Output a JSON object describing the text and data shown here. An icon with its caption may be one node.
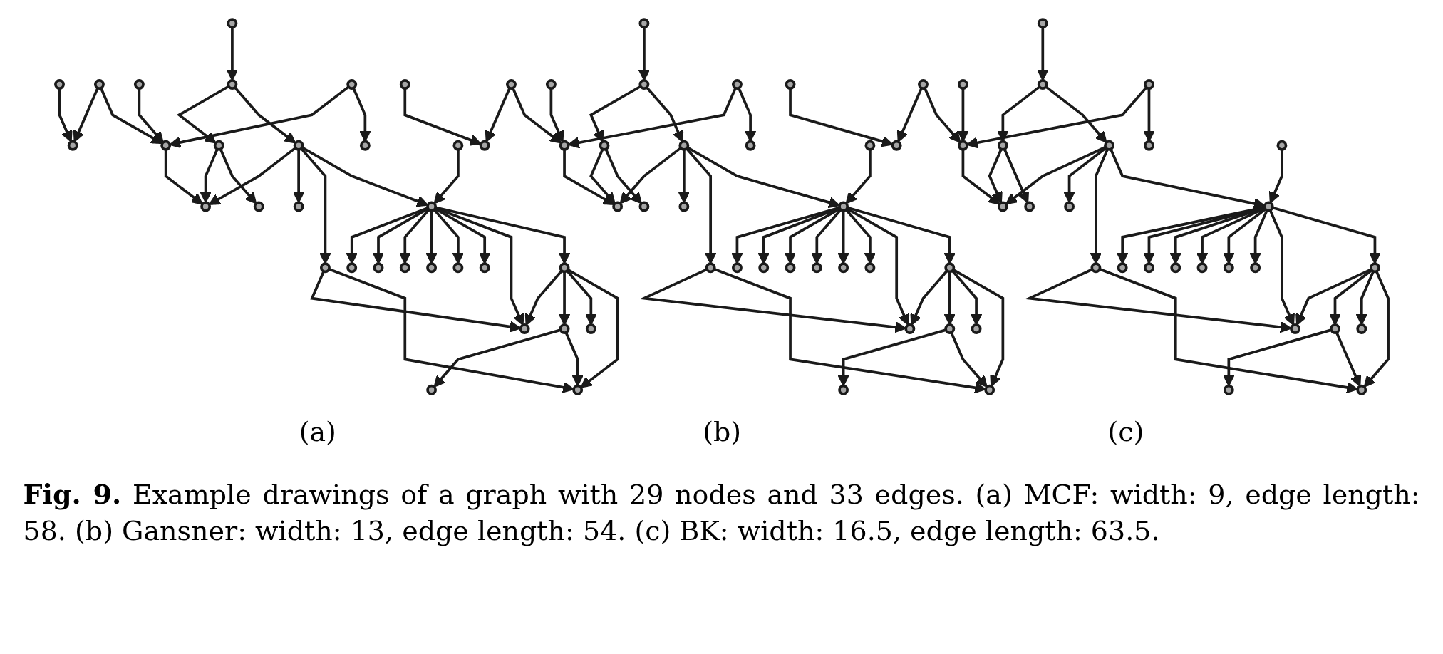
{
  "diagram": {
    "caption": "**Fig. 9.** Example drawings of a graph with 29 nodes and 33 edges. (a) MCF: width: 9, edge length: 58. (b) Gansner: width: 13, edge length: 54. (c) BK: width: 16.5, edge length: 63.5.",
    "nodes": [
      {
        "text": [],
        "shape": "circle"
      },
      {
        "text": [],
        "shape": "circle"
      },
      {
        "text": [],
        "shape": "circle"
      },
      {
        "text": [],
        "shape": "circle"
      },
      {
        "text": [],
        "shape": "circle"
      },
      {
        "text": [],
        "shape": "circle"
      },
      {
        "text": [],
        "shape": "circle"
      },
      {
        "text": [],
        "shape": "circle"
      },
      {
        "text": [],
        "shape": "circle"
      },
      {
        "text": [],
        "shape": "circle"
      },
      {
        "text": [],
        "shape": "circle"
      },
      {
        "text": [],
        "shape": "circle"
      },
      {
        "text": [],
        "shape": "circle"
      },
      {
        "text": [],
        "shape": "circle"
      },
      {
        "text": [],
        "shape": "circle"
      },
      {
        "text": [],
        "shape": "circle"
      },
      {
        "text": [],
        "shape": "circle"
      },
      {
        "text": [],
        "shape": "circle"
      },
      {
        "text": [],
        "shape": "circle"
      },
      {
        "text": [],
        "shape": "circle"
      },
      {
        "text": [],
        "shape": "circle"
      },
      {
        "text": [],
        "shape": "circle"
      },
      {
        "text": [],
        "shape": "circle"
      },
      {
        "text": [],
        "shape": "circle"
      },
      {
        "text": [],
        "shape": "circle"
      },
      {
        "text": [],
        "shape": "circle"
      },
      {
        "text": [],
        "shape": "circle"
      },
      {
        "text": [],
        "shape": "circle"
      },
      {
        "text": [],
        "shape": "circle"
      },
      {
        "text": [],
        "shape": "circle"
      },
      {
        "text": [],
        "shape": "circle"
      },
      {
        "text": [],
        "shape": "circle"
      },
      {
        "text": [],
        "shape": "circle"
      },
      {
        "text": [],
        "shape": "circle"
      },
      {
        "text": [],
        "shape": "circle"
      },
      {
        "text": [],
        "shape": "circle"
      },
      {
        "text": [],
        "shape": "circle"
      },
      {
        "text": [],
        "shape": "circle"
      },
      {
        "text": [],
        "shape": "circle"
      },
      {
        "text": [],
        "shape": "circle"
      },
      {
        "text": [],
        "shape": "circle"
      },
      {
        "text": [],
        "shape": "circle"
      },
      {
        "text": [],
        "shape": "circle"
      },
      {
        "text": [],
        "shape": "circle"
      },
      {
        "text": [],
        "shape": "circle"
      },
      {
        "text": [],
        "shape": "circle"
      },
      {
        "text": [],
        "shape": "circle"
      },
      {
        "text": [],
        "shape": "circle"
      },
      {
        "text": [],
        "shape": "circle"
      },
      {
        "text": [],
        "shape": "circle"
      },
      {
        "text": [],
        "shape": "circle"
      },
      {
        "text": [],
        "shape": "circle"
      },
      {
        "text": [],
        "shape": "circle"
      },
      {
        "text": [],
        "shape": "circle"
      },
      {
        "text": [],
        "shape": "circle"
      },
      {
        "text": [],
        "shape": "circle"
      },
      {
        "text": [],
        "shape": "circle"
      },
      {
        "text": [],
        "shape": "circle"
      },
      {
        "text": [],
        "shape": "circle"
      },
      {
        "text": [],
        "shape": "circle"
      },
      {
        "text": [],
        "shape": "circle"
      },
      {
        "text": [],
        "shape": "circle"
      },
      {
        "text": [],
        "shape": "circle"
      },
      {
        "text": [],
        "shape": "circle"
      },
      {
        "text": [],
        "shape": "circle"
      },
      {
        "text": [],
        "shape": "circle"
      },
      {
        "text": [],
        "shape": "circle"
      },
      {
        "text": [],
        "shape": "circle"
      },
      {
        "text": [],
        "shape": "circle"
      },
      {
        "text": [],
        "shape": "circle"
      },
      {
        "text": [],
        "shape": "circle"
      },
      {
        "text": [],
        "shape": "circle"
      },
      {
        "text": [],
        "shape": "circle"
      },
      {
        "text": [],
        "shape": "circle"
      },
      {
        "text": [],
        "shape": "circle"
      },
      {
        "text": [],
        "shape": "circle"
      },
      {
        "text": [],
        "shape": "circle"
      },
      {
        "text": [],
        "shape": "circle"
      },
      {
        "text": [],
        "shape": "circle"
      },
      {
        "text": [],
        "shape": "circle"
      },
      {
        "text": [],
        "shape": "circle"
      },
      {
        "text": [],
        "shape": "circle"
      },
      {
        "text": [],
        "shape": "circle"
      },
      {
        "text": [],
        "shape": "circle"
      },
      {
        "text": [],
        "shape": "circle"
      },
      {
        "text": [],
        "shape": "circle"
      },
      {
        "text": [],
        "shape": "circle"
      }
    ],
    "edges": [
      {
        "from": 0,
        "to": 4,
        "arrow": "to"
      },
      {
        "from": 1,
        "to": 6,
        "arrow": "to"
      },
      {
        "from": 2,
        "to": 6,
        "arrow": "to"
      },
      {
        "from": 2,
        "to": 7,
        "arrow": "to"
      },
      {
        "from": 3,
        "to": 7,
        "arrow": "to"
      },
      {
        "from": 5,
        "to": 7,
        "arrow": "to"
      },
      {
        "from": 4,
        "to": 8,
        "arrow": "to"
      },
      {
        "from": 4,
        "to": 9,
        "arrow": "to"
      },
      {
        "from": 5,
        "to": 10,
        "arrow": "to"
      },
      {
        "from": 7,
        "to": 12,
        "arrow": "to"
      },
      {
        "from": 8,
        "to": 12,
        "arrow": "to"
      },
      {
        "from": 8,
        "to": 13,
        "arrow": "to"
      },
      {
        "from": 9,
        "to": 12,
        "arrow": "to"
      },
      {
        "from": 9,
        "to": 14,
        "arrow": "to"
      },
      {
        "from": 9,
        "to": 15,
        "arrow": "to"
      },
      {
        "from": 9,
        "to": 16,
        "arrow": "to"
      },
      {
        "from": 11,
        "to": 16,
        "arrow": "to"
      },
      {
        "from": 16,
        "to": 17,
        "arrow": "to"
      },
      {
        "from": 16,
        "to": 18,
        "arrow": "to"
      },
      {
        "from": 16,
        "to": 19,
        "arrow": "to"
      },
      {
        "from": 16,
        "to": 20,
        "arrow": "to"
      },
      {
        "from": 16,
        "to": 21,
        "arrow": "to"
      },
      {
        "from": 16,
        "to": 22,
        "arrow": "to"
      },
      {
        "from": 16,
        "to": 24,
        "arrow": "to"
      },
      {
        "from": 16,
        "to": 23,
        "arrow": "to"
      },
      {
        "from": 23,
        "to": 24,
        "arrow": "to"
      },
      {
        "from": 23,
        "to": 25,
        "arrow": "to"
      },
      {
        "from": 23,
        "to": 26,
        "arrow": "to"
      },
      {
        "from": 23,
        "to": 28,
        "arrow": "to"
      },
      {
        "from": 25,
        "to": 27,
        "arrow": "to"
      },
      {
        "from": 25,
        "to": 28,
        "arrow": "to"
      },
      {
        "from": 15,
        "to": 24,
        "arrow": "to"
      },
      {
        "from": 15,
        "to": 28,
        "arrow": "to"
      },
      {
        "from": 29,
        "to": 33,
        "arrow": "to"
      },
      {
        "from": 30,
        "to": 35,
        "arrow": "to"
      },
      {
        "from": 31,
        "to": 35,
        "arrow": "to"
      },
      {
        "from": 31,
        "to": 36,
        "arrow": "to"
      },
      {
        "from": 32,
        "to": 36,
        "arrow": "to"
      },
      {
        "from": 34,
        "to": 36,
        "arrow": "to"
      },
      {
        "from": 33,
        "to": 37,
        "arrow": "to"
      },
      {
        "from": 33,
        "to": 38,
        "arrow": "to"
      },
      {
        "from": 34,
        "to": 39,
        "arrow": "to"
      },
      {
        "from": 36,
        "to": 41,
        "arrow": "to"
      },
      {
        "from": 37,
        "to": 41,
        "arrow": "to"
      },
      {
        "from": 37,
        "to": 42,
        "arrow": "to"
      },
      {
        "from": 38,
        "to": 41,
        "arrow": "to"
      },
      {
        "from": 38,
        "to": 43,
        "arrow": "to"
      },
      {
        "from": 38,
        "to": 44,
        "arrow": "to"
      },
      {
        "from": 38,
        "to": 45,
        "arrow": "to"
      },
      {
        "from": 40,
        "to": 45,
        "arrow": "to"
      },
      {
        "from": 45,
        "to": 46,
        "arrow": "to"
      },
      {
        "from": 45,
        "to": 47,
        "arrow": "to"
      },
      {
        "from": 45,
        "to": 48,
        "arrow": "to"
      },
      {
        "from": 45,
        "to": 49,
        "arrow": "to"
      },
      {
        "from": 45,
        "to": 50,
        "arrow": "to"
      },
      {
        "from": 45,
        "to": 51,
        "arrow": "to"
      },
      {
        "from": 45,
        "to": 53,
        "arrow": "to"
      },
      {
        "from": 45,
        "to": 52,
        "arrow": "to"
      },
      {
        "from": 52,
        "to": 53,
        "arrow": "to"
      },
      {
        "from": 52,
        "to": 54,
        "arrow": "to"
      },
      {
        "from": 52,
        "to": 55,
        "arrow": "to"
      },
      {
        "from": 52,
        "to": 57,
        "arrow": "to"
      },
      {
        "from": 54,
        "to": 56,
        "arrow": "to"
      },
      {
        "from": 54,
        "to": 57,
        "arrow": "to"
      },
      {
        "from": 44,
        "to": 53,
        "arrow": "to"
      },
      {
        "from": 44,
        "to": 57,
        "arrow": "to"
      },
      {
        "from": 58,
        "to": 62,
        "arrow": "to"
      },
      {
        "from": 59,
        "to": 64,
        "arrow": "to"
      },
      {
        "from": 60,
        "to": 64,
        "arrow": "to"
      },
      {
        "from": 60,
        "to": 65,
        "arrow": "to"
      },
      {
        "from": 61,
        "to": 65,
        "arrow": "to"
      },
      {
        "from": 63,
        "to": 65,
        "arrow": "to"
      },
      {
        "from": 62,
        "to": 66,
        "arrow": "to"
      },
      {
        "from": 62,
        "to": 67,
        "arrow": "to"
      },
      {
        "from": 63,
        "to": 68,
        "arrow": "to"
      },
      {
        "from": 65,
        "to": 70,
        "arrow": "to"
      },
      {
        "from": 66,
        "to": 70,
        "arrow": "to"
      },
      {
        "from": 66,
        "to": 71,
        "arrow": "to"
      },
      {
        "from": 67,
        "to": 70,
        "arrow": "to"
      },
      {
        "from": 67,
        "to": 72,
        "arrow": "to"
      },
      {
        "from": 67,
        "to": 73,
        "arrow": "to"
      },
      {
        "from": 67,
        "to": 74,
        "arrow": "to"
      },
      {
        "from": 69,
        "to": 74,
        "arrow": "to"
      },
      {
        "from": 74,
        "to": 75,
        "arrow": "to"
      },
      {
        "from": 74,
        "to": 76,
        "arrow": "to"
      },
      {
        "from": 74,
        "to": 77,
        "arrow": "to"
      },
      {
        "from": 74,
        "to": 78,
        "arrow": "to"
      },
      {
        "from": 74,
        "to": 79,
        "arrow": "to"
      },
      {
        "from": 74,
        "to": 80,
        "arrow": "to"
      },
      {
        "from": 74,
        "to": 82,
        "arrow": "to"
      },
      {
        "from": 74,
        "to": 81,
        "arrow": "to"
      },
      {
        "from": 81,
        "to": 82,
        "arrow": "to"
      },
      {
        "from": 81,
        "to": 83,
        "arrow": "to"
      },
      {
        "from": 81,
        "to": 84,
        "arrow": "to"
      },
      {
        "from": 81,
        "to": 86,
        "arrow": "to"
      },
      {
        "from": 83,
        "to": 85,
        "arrow": "to"
      },
      {
        "from": 83,
        "to": 86,
        "arrow": "to"
      },
      {
        "from": 73,
        "to": 82,
        "arrow": "to"
      },
      {
        "from": 73,
        "to": 86,
        "arrow": "to"
      }
    ],
    "labels": [
      "(a)",
      "(b)",
      "(c)"
    ]
  }
}
